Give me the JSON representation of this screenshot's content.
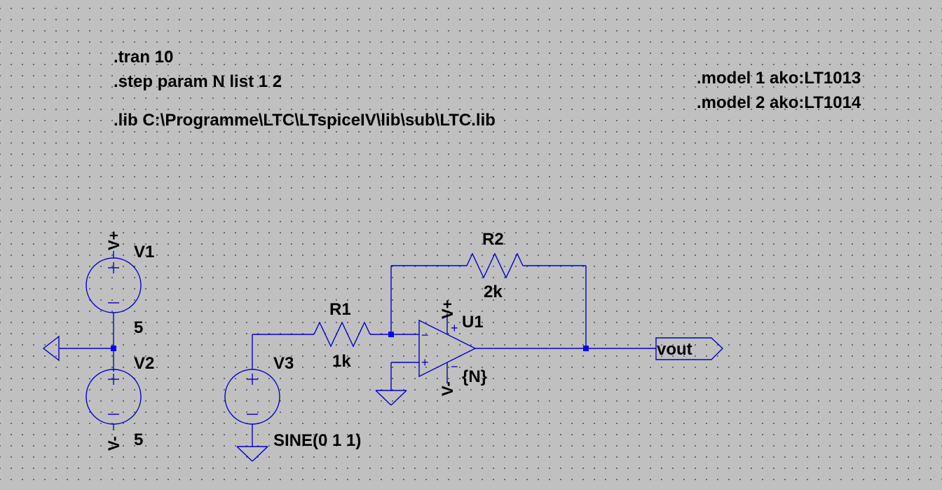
{
  "directives": {
    "tran": ".tran 10",
    "step": ".step param N list 1 2",
    "lib": ".lib C:\\Programme\\LTC\\LTspiceIV\\lib\\sub\\LTC.lib",
    "model1": ".model 1 ako:LT1013",
    "model2": ".model 2 ako:LT1014"
  },
  "components": {
    "v1": {
      "name": "V1",
      "value": "5",
      "net_label": "V+"
    },
    "v2": {
      "name": "V2",
      "value": "5",
      "net_label": "V-"
    },
    "v3": {
      "name": "V3",
      "value": "SINE(0 1 1)"
    },
    "r1": {
      "name": "R1",
      "value": "1k"
    },
    "r2": {
      "name": "R2",
      "value": "2k"
    },
    "u1": {
      "name": "U1",
      "model": "{N}",
      "pos_supply": "V+",
      "neg_supply": "V-"
    }
  },
  "output_port": {
    "label": "vout"
  },
  "colors": {
    "background": "#c0c0c0",
    "wire": "#0000cc",
    "junction": "#0000ff",
    "text": "#000000"
  }
}
